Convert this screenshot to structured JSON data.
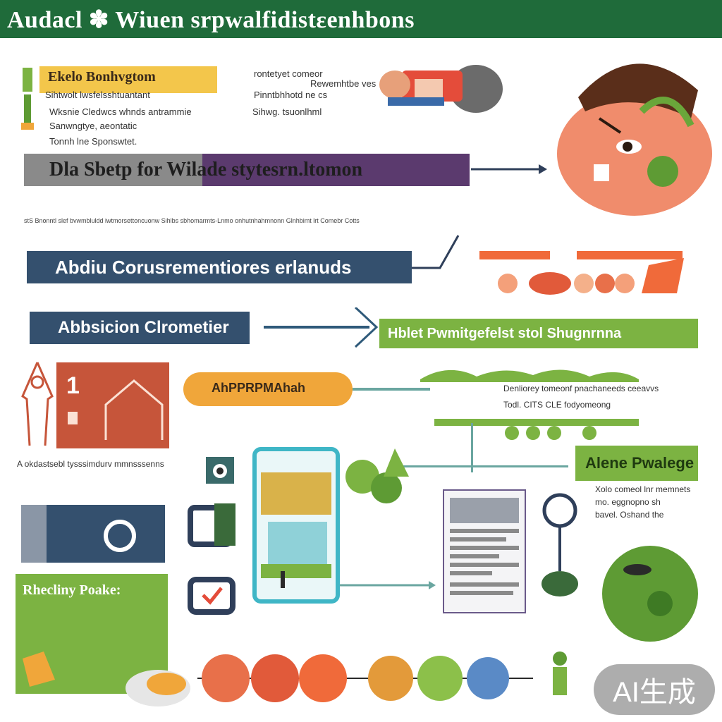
{
  "header": {
    "title": "Audacl ✽ Wiuen srpwalfidistεenhbons"
  },
  "top_left": {
    "label_title": "Ekelo Bonhvgtom",
    "label_sub": "Sihtwolt lwsfelsshtuantant",
    "line1": "Wksnie Cledwcs whnds antrammie",
    "line2": "Sanwngtye, aeontatic",
    "line3": "Tonnh lne Sponswtet."
  },
  "top_center": {
    "line1": "rontetyet comeor",
    "line2": "Pinntbhhotd ne cs",
    "line3": "Rewemhtbe ves",
    "line4": "Sihwg. tsuonlhml"
  },
  "banner_purple": {
    "text": "Dla Sbetp for Wilade stytesrn.ltomon"
  },
  "separator_text": "stS Bnonntl slef bvwmbluldd iwtmorsettoncuonw Sihlbs sbhomarmts-Lnmo onhutnhahmnonn Glnhbimt lrt Comebr Cotts",
  "banner_blue1": {
    "text": "Abdiu Corusrementiores erlanuds"
  },
  "banner_blue2": {
    "text": "Abbsicion Clrometier"
  },
  "banner_green": {
    "text": "Hblet Pwmitgefelst stol Shugnrnna"
  },
  "orange_pill": {
    "text": "AhPPRPMAhah"
  },
  "orange_block": {
    "number": "1"
  },
  "caption_left": {
    "text": "A okdastsebl tysssimdurv mmnsssenns"
  },
  "right_mid": {
    "line1": "Denliorey tomeonf pnachaneeds ceeavvs",
    "line2": "Todl. CITS CLE fodyomeong"
  },
  "green_label": {
    "text": "Alene Pwalege"
  },
  "right_low": {
    "line1": "Xolo comeol lnr memnets",
    "line2": "mo. eggnopno sh",
    "line3": "bavel. Oshand the"
  },
  "bottom_left": {
    "title": "Rhecliny Poake:"
  },
  "badge": {
    "text": "AI生成"
  },
  "colors": {
    "header_green": "#1f6b3a",
    "navy": "#34506e",
    "purple": "#5b3a6e",
    "lime": "#7cb342",
    "orange": "#f0a63a",
    "brick": "#c6553a",
    "teal": "#3fb6c6"
  }
}
